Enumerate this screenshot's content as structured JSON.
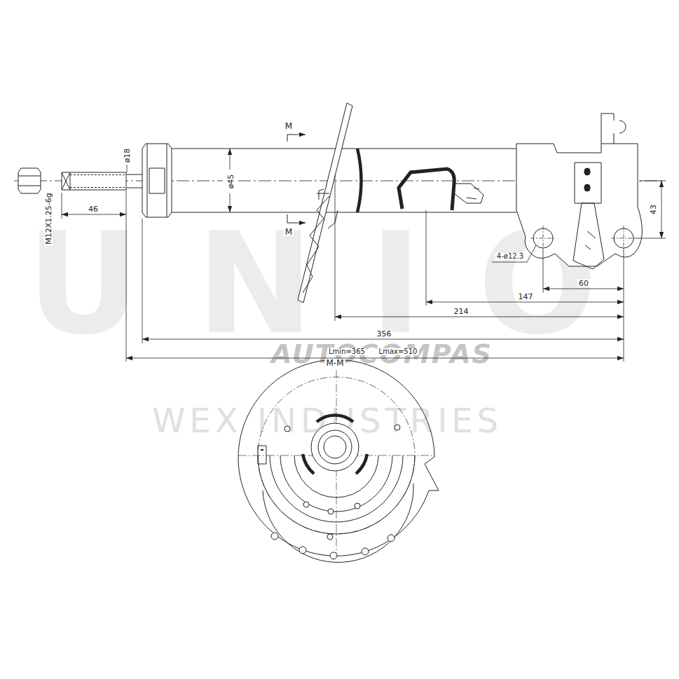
{
  "diagram": {
    "labels": [
      "UNIO",
      "AUTOCOMPAS",
      "WEX INDUSTRIES",
      "M12X1.25-6g",
      "ø18",
      "46",
      "ø45",
      "M",
      "M",
      "4-ø12.3",
      "43",
      "60",
      "147",
      "214",
      "356",
      "Lmin=365",
      "Lmax=510",
      "M-M"
    ]
  }
}
